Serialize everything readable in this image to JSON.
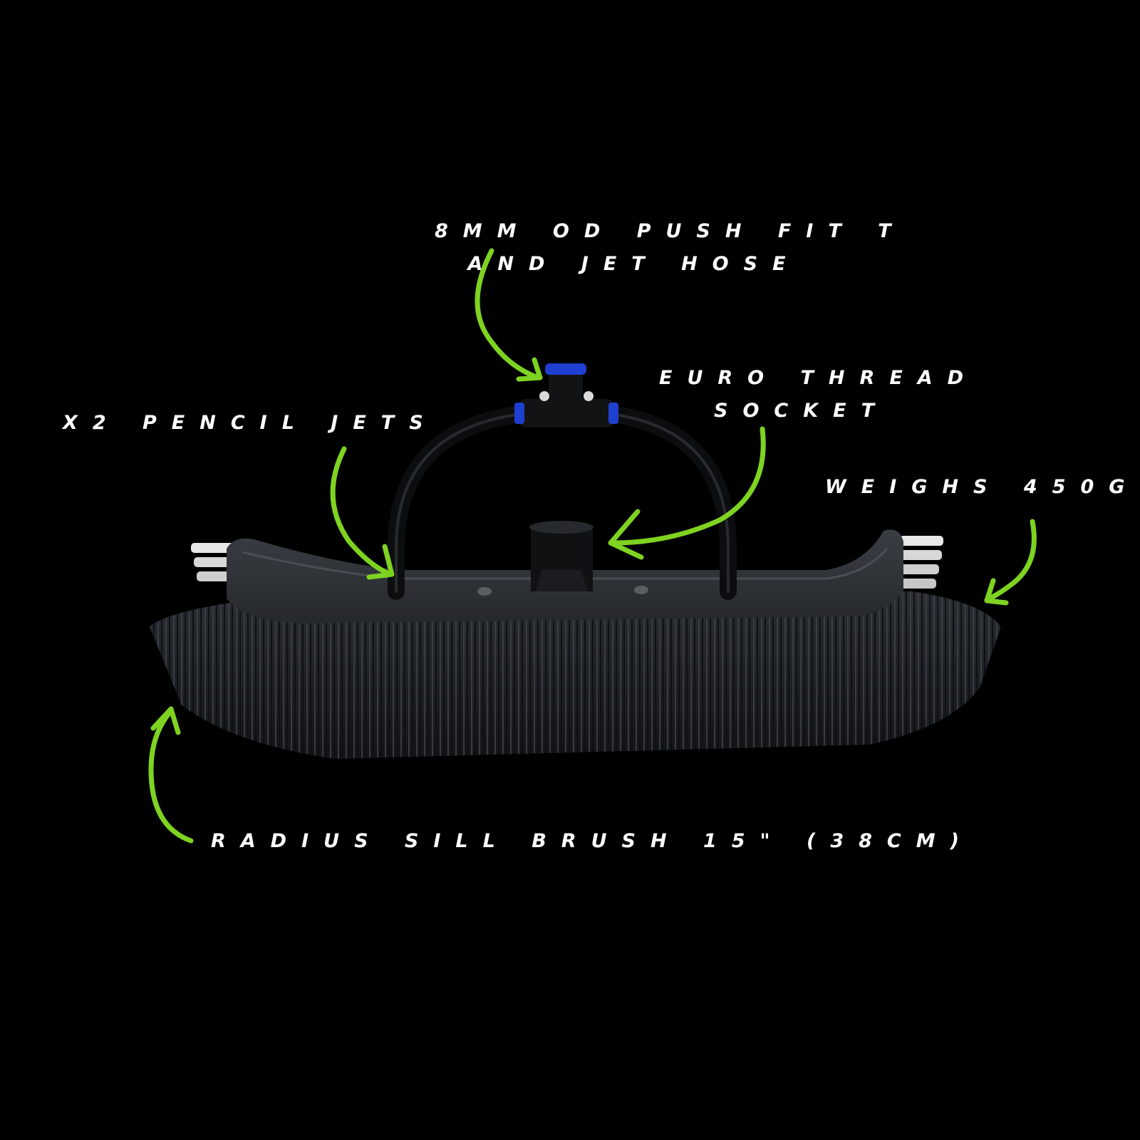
{
  "labels": {
    "push_fit_line1": "8mm OD push fit T",
    "push_fit_line2": "and jet hose",
    "euro_thread_line1": "Euro thread",
    "euro_thread_line2": "socket",
    "pencil_jets": "X2 pencil jets",
    "weight": "weighs 450g",
    "product_name": "radius sill brush 15\" (38cm)"
  },
  "colors": {
    "background": "#000000",
    "text": "#ffffff",
    "arrow": "#7ed321",
    "bristles": "#1e2126",
    "head": "#2e3136",
    "fitting_accent": "#1f3fd0"
  }
}
